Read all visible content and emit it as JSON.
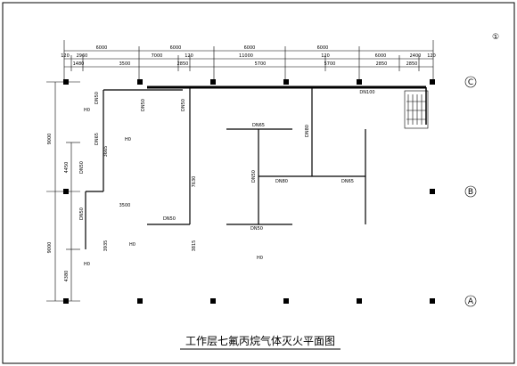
{
  "title": "工作层七氟丙烷气体灭火平面图",
  "axes": {
    "numbers": [
      "①"
    ],
    "letters": [
      "C",
      "B",
      "A"
    ]
  },
  "top_dimensions": {
    "row1": [
      "6000",
      "6000",
      "6000",
      "6000"
    ],
    "row2": [
      "120",
      "2960",
      "7000",
      "120",
      "11000",
      "120",
      "6000",
      "2400",
      "120"
    ],
    "row3": [
      "1480",
      "3500",
      "2850",
      "5700",
      "5700",
      "2850",
      "2850"
    ]
  },
  "left_dimensions": [
    "9000",
    "4450",
    "9000",
    "4380"
  ],
  "interior_dimensions": [
    "3665",
    "3500",
    "3935",
    "7630",
    "3815"
  ],
  "pipes": {
    "main": "DN100",
    "branches": [
      "DN50",
      "DN50",
      "DN50",
      "DN65",
      "DN50",
      "DN50",
      "DN50",
      "DN80",
      "DN65",
      "DN80",
      "DN65",
      "DN50",
      "DN50"
    ]
  },
  "room_labels": [
    "H0",
    "H0",
    "H0",
    "H0",
    "H0"
  ]
}
